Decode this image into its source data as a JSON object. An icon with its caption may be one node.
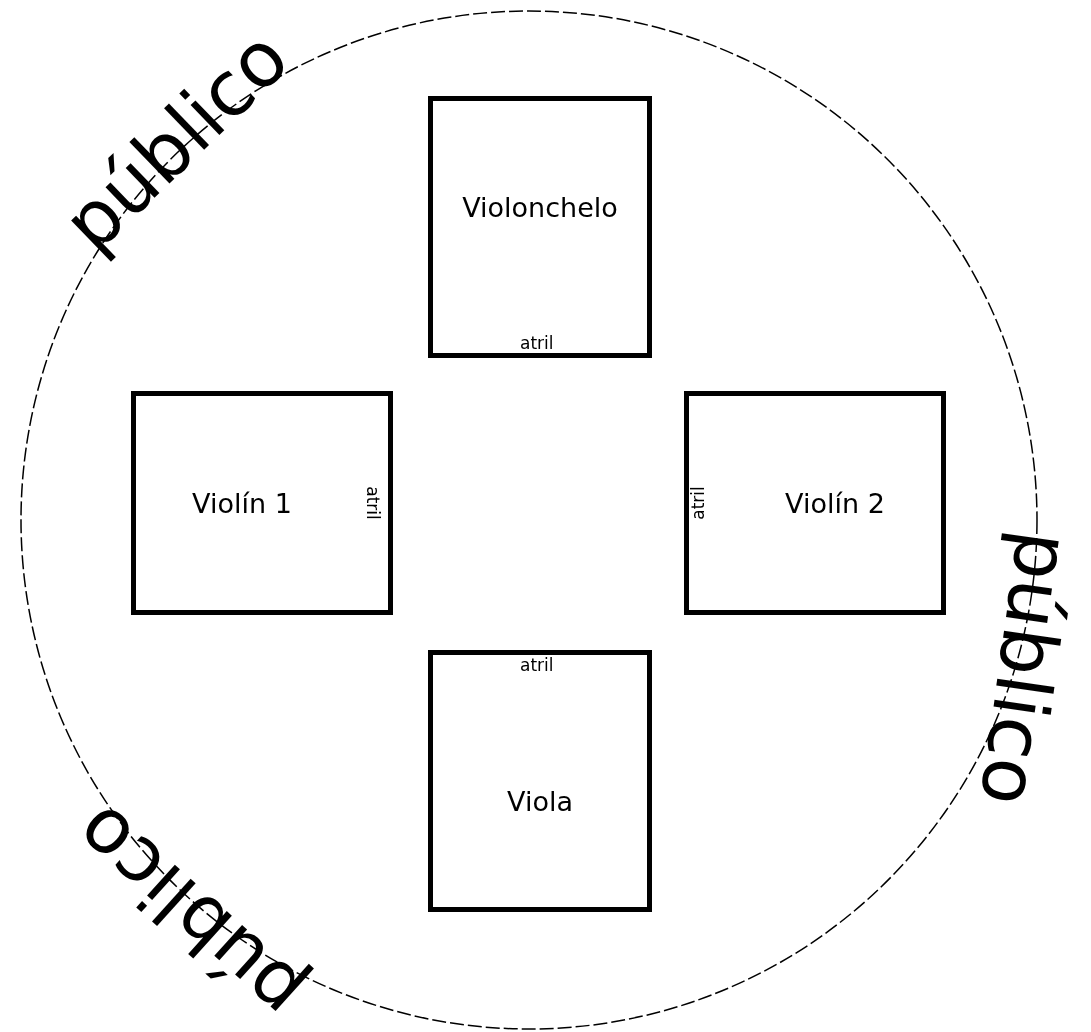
{
  "diagram": {
    "nodes": [
      {
        "text": [],
        "shape": "circle"
      },
      {
        "text": [
          "Violonchelo",
          "atril"
        ],
        "in": 0
      },
      {
        "text": [
          "Violín 1",
          "atril"
        ],
        "in": 0
      },
      {
        "text": [
          "Violín 2",
          "atril"
        ],
        "in": 0
      },
      {
        "text": [
          "atril",
          "Viola"
        ],
        "in": 0
      }
    ],
    "edges": [],
    "labels": [
      "público",
      "público",
      "público"
    ]
  }
}
